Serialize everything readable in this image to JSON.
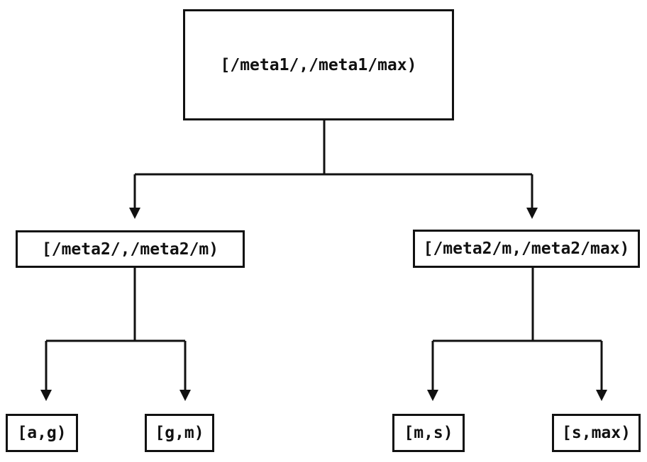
{
  "tree": {
    "root": {
      "label": "[/meta1/,/meta1/max)",
      "children": [
        {
          "label": "[/meta2/,/meta2/m)",
          "children": [
            {
              "label": "[a,g)"
            },
            {
              "label": "[g,m)"
            }
          ]
        },
        {
          "label": "[/meta2/m,/meta2/max)",
          "children": [
            {
              "label": "[m,s)"
            },
            {
              "label": "[s,max)"
            }
          ]
        }
      ]
    },
    "colors": {
      "line": "#111111",
      "text": "#111111",
      "background": "#ffffff"
    }
  }
}
